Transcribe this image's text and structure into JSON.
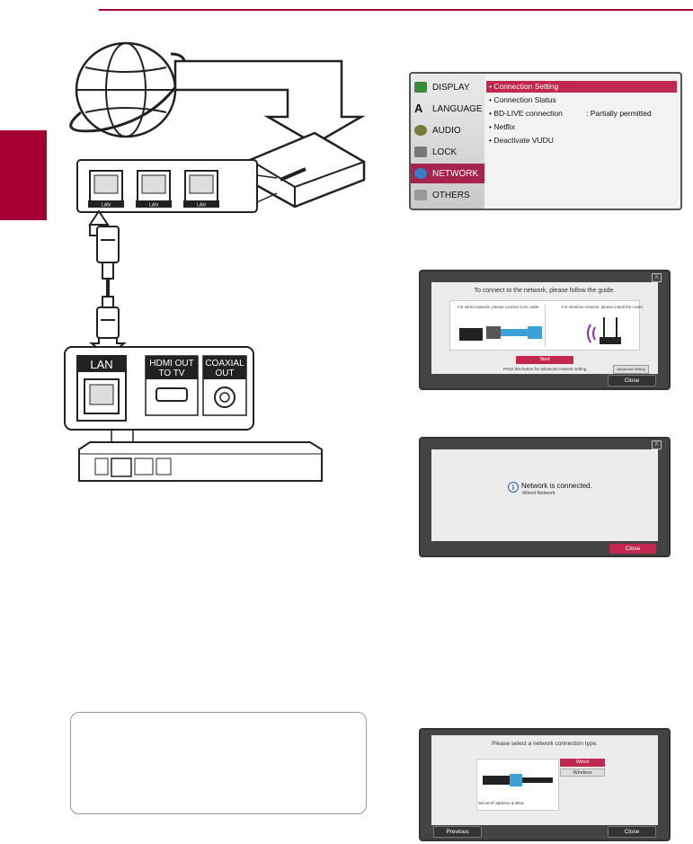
{
  "diagram": {
    "router_ports": [
      "LAN",
      "LAN",
      "LAN"
    ],
    "panel_labels": {
      "lan": "LAN",
      "hdmi": [
        "HDMI OUT",
        "TO TV"
      ],
      "coaxial": [
        "COAXIAL",
        "OUT"
      ]
    }
  },
  "settings_menu": {
    "items": [
      {
        "label": "DISPLAY",
        "icon": "display-icon",
        "selected": false
      },
      {
        "label": "LANGUAGE",
        "icon": "language-icon",
        "selected": false
      },
      {
        "label": "AUDIO",
        "icon": "audio-icon",
        "selected": false
      },
      {
        "label": "LOCK",
        "icon": "lock-icon",
        "selected": false
      },
      {
        "label": "NETWORK",
        "icon": "network-globe-icon",
        "selected": true
      },
      {
        "label": "OTHERS",
        "icon": "others-icon",
        "selected": false
      }
    ],
    "options": [
      {
        "label": "• Connection Setting",
        "value": "",
        "selected": true
      },
      {
        "label": "• Connection Status",
        "value": "",
        "selected": false
      },
      {
        "label": "• BD-LIVE connection",
        "value": ": Partially permitted",
        "selected": false
      },
      {
        "label": "• Netflix",
        "value": "",
        "selected": false
      },
      {
        "label": "• Deactivate VUDU",
        "value": "",
        "selected": false
      }
    ]
  },
  "guide_dialog": {
    "close_x": "X",
    "title": "To connect to the network, please follow the guide.",
    "wired_text": "For wired network, please connect LAN cable.",
    "wireless_text": "For wireless network, please install the router.",
    "start": "Start",
    "advanced_text": "Press this button for advanced network setting.",
    "advanced_button": "Advanced Setting",
    "close": "Close"
  },
  "connected_dialog": {
    "close_x": "X",
    "message": "Network is connected.",
    "sub": ":Wired Network",
    "close": "Close"
  },
  "type_dialog": {
    "title": "Please select a network connection type.",
    "wired": "Wired",
    "wireless": "Wireless",
    "ip_dns": "Set as IP address & DNS.",
    "previous": "Previous",
    "close": "Close"
  }
}
